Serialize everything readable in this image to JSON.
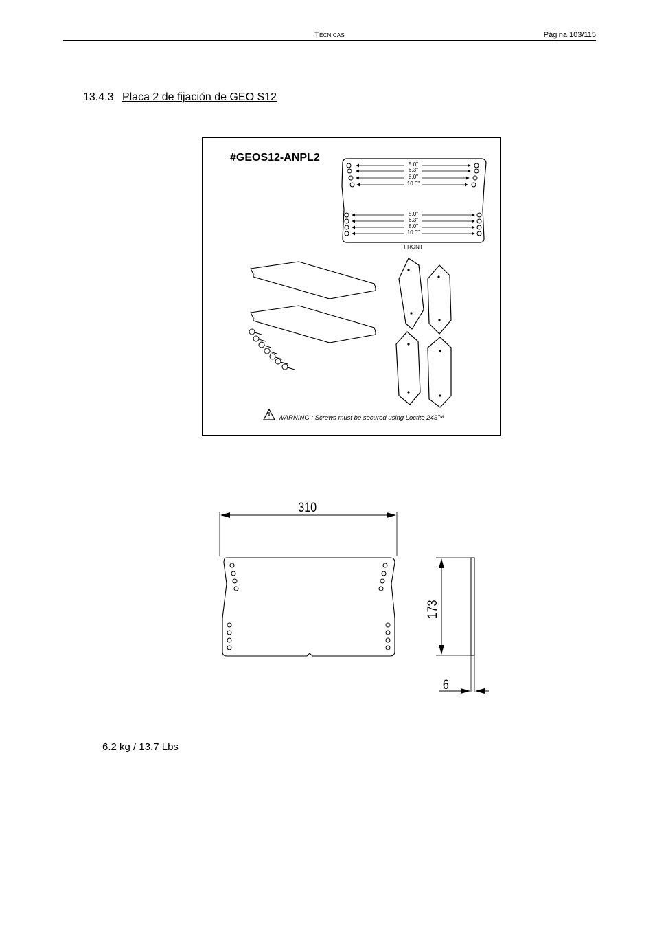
{
  "header": {
    "section_name": "Técnicas",
    "page": "Página 103/115"
  },
  "section": {
    "number": "13.4.3",
    "title": "Placa 2 de fijación de GEO S12"
  },
  "figure": {
    "part_code": "#GEOS12-ANPL2",
    "hole_spacings": [
      "5.0\"",
      "6.3\"",
      "8.0\"",
      "10.0\""
    ],
    "front_label": "FRONT",
    "warning": "WARNING : Screws must be secured using Loctite 243™"
  },
  "drawing": {
    "width_dim": "310",
    "height_dim": "173",
    "thickness_dim": "6"
  },
  "weight": "6.2 kg / 13.7 Lbs"
}
